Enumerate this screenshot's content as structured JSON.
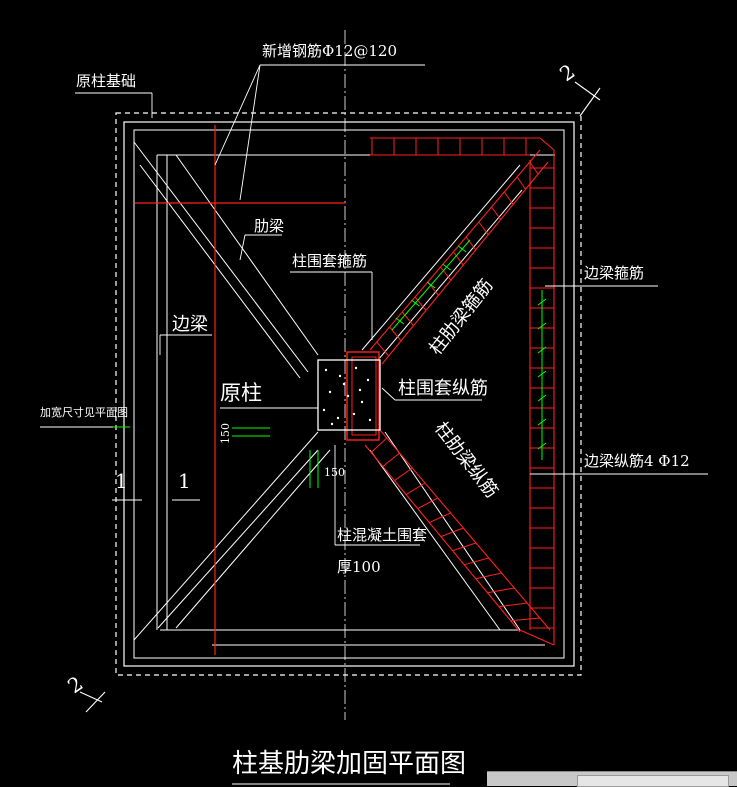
{
  "title": "柱基肋梁加固平面图",
  "labels": {
    "new_rebar": "新增钢筋Φ12@120",
    "orig_foundation": "原柱基础",
    "rib_beam": "肋梁",
    "col_jacket_stirrup": "柱围套箍筋",
    "edge_beam": "边梁",
    "orig_column": "原柱",
    "col_jacket_long": "柱围套纵筋",
    "rib_beam_stirrup": "柱肋梁箍筋",
    "rib_beam_long": "柱肋梁纵筋",
    "edge_beam_stirrup": "边梁箍筋",
    "edge_beam_long": "边梁纵筋4 Φ12",
    "widen_note": "加宽尺寸见平面图",
    "concrete_jacket": "柱混凝土围套",
    "thickness": "厚100",
    "dim_150_v": "150",
    "dim_150_h": "150",
    "section_1_left": "1",
    "section_1_right": "1",
    "section_2_top": "2",
    "section_2_bottom": "2"
  },
  "colors": {
    "line": "#ffffff",
    "rebar": "#ff2020",
    "dim": "#00ff00",
    "background": "#000000"
  }
}
